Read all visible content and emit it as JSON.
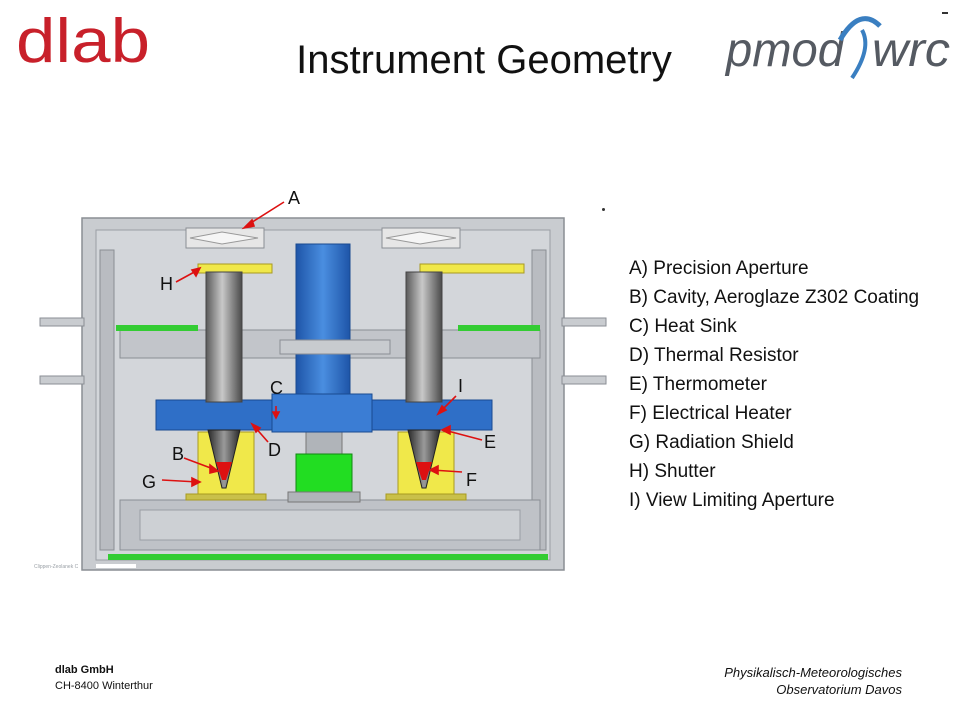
{
  "title": "Instrument Geometry",
  "logos": {
    "left_text": "dlab",
    "right_text_1": "pmod",
    "right_text_2": "wrc"
  },
  "figure": {
    "labels": {
      "A": "A",
      "B": "B",
      "C": "C",
      "D": "D",
      "E": "E",
      "F": "F",
      "G": "G",
      "H": "H",
      "I": "I"
    },
    "watermark": "Clippen-Zeolanek C"
  },
  "legend": [
    "A) Precision Aperture",
    "B) Cavity, Aeroglaze Z302 Coating",
    "C) Heat Sink",
    "D) Thermal Resistor",
    "E) Thermometer",
    "F) Electrical Heater",
    "G) Radiation Shield",
    "H) Shutter",
    "I) View Limiting Aperture"
  ],
  "footer": {
    "company": "dlab GmbH",
    "address": "CH-8400  Winterthur",
    "institute_line1": "Physikalisch-Meteorologisches",
    "institute_line2": "Observatorium Davos"
  },
  "colors": {
    "housing": "#c9ccd0",
    "heat_sink": "#2f6fc7",
    "cavity_shield": "#f0e84a",
    "green_board": "#33cc33",
    "arrow": "#dd1111",
    "dlab_red": "#c8202a",
    "pmod_gray": "#555a62",
    "pmod_blue": "#3a7fc1"
  }
}
